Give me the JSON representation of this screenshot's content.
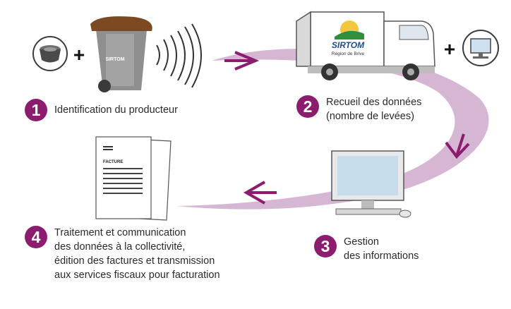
{
  "colors": {
    "accent": "#8b1c6e",
    "swoosh": "#c9a3c4",
    "arrow": "#8b1c6e"
  },
  "icons": [
    "rfid-chip-icon",
    "plus-icon",
    "wheelie-bin-icon",
    "radio-waves-icon",
    "arrow-right-icon",
    "truck-icon",
    "computer-monitor-icon",
    "arrow-down-icon",
    "desktop-computer-icon",
    "arrow-left-icon",
    "invoice-document-icon"
  ],
  "bin": {
    "brand": "SIRTOM"
  },
  "truck": {
    "brand": "SIRTOM",
    "subtitle": "Région de Brive"
  },
  "invoice": {
    "heading": "FACTURE"
  },
  "plus_sign": "+",
  "steps": [
    {
      "number": "1",
      "lines": [
        "Identification du producteur"
      ]
    },
    {
      "number": "2",
      "lines": [
        "Recueil des données",
        "(nombre de levées)"
      ]
    },
    {
      "number": "3",
      "lines": [
        "Gestion",
        "des informations"
      ]
    },
    {
      "number": "4",
      "lines": [
        "Traitement et communication",
        "des données à la collectivité,",
        "édition des factures et transmission",
        "aux services fiscaux pour facturation"
      ]
    }
  ]
}
